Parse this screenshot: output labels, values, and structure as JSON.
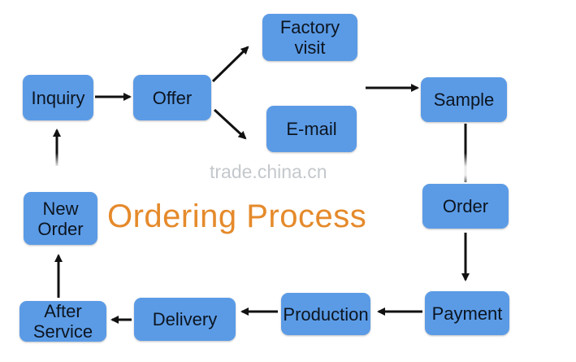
{
  "diagram": {
    "title": "Ordering Process",
    "watermark": "trade.china.cn",
    "nodes": {
      "inquiry": "Inquiry",
      "offer": "Offer",
      "factory_visit": "Factory\nvisit",
      "email": "E-mail",
      "sample": "Sample",
      "order": "Order",
      "payment": "Payment",
      "production": "Production",
      "delivery": "Delivery",
      "after_service": "After\nService",
      "new_order": "New\nOrder"
    },
    "colors": {
      "node_fill": "#5b9be6",
      "title": "#e58a2b",
      "arrow": "#111111"
    }
  }
}
